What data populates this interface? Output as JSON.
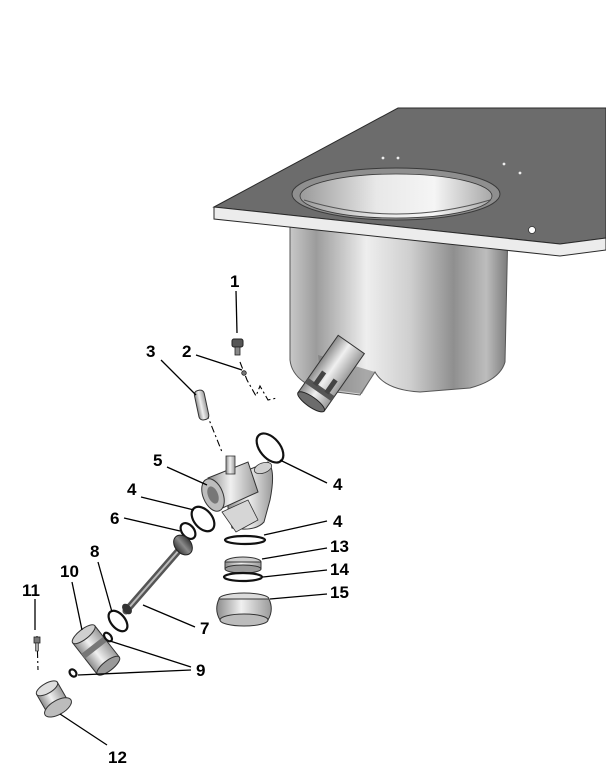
{
  "callouts": {
    "c1": "1",
    "c2": "2",
    "c3": "3",
    "c4a": "4",
    "c4b": "4",
    "c4c": "4",
    "c5": "5",
    "c6": "6",
    "c7": "7",
    "c8": "8",
    "c9": "9",
    "c10": "10",
    "c11": "11",
    "c12": "12",
    "c13": "13",
    "c14": "14",
    "c15": "15"
  },
  "colors": {
    "plate_top": "#6e6e6e",
    "plate_edge": "#e6e6e6",
    "metal_light": "#f2f2f2",
    "metal_dark": "#7a7a7a",
    "line": "#000000"
  }
}
